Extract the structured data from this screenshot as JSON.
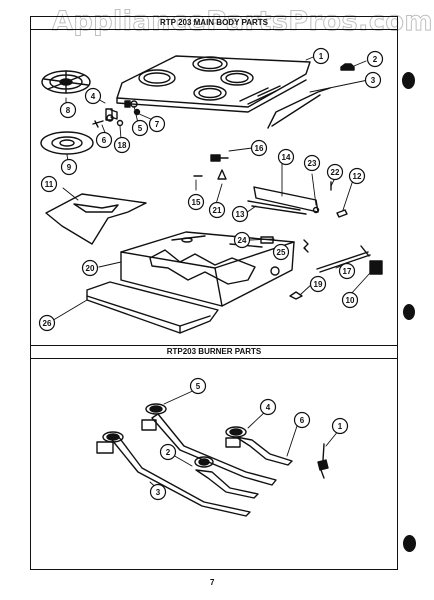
{
  "watermark": "AppliancePartsPros.com",
  "sections": [
    {
      "title": "RTP 203 MAIN BODY PARTS",
      "callouts": [
        "1",
        "2",
        "3",
        "4",
        "5",
        "6",
        "7",
        "8",
        "9",
        "10",
        "11",
        "12",
        "13",
        "14",
        "15",
        "16",
        "17",
        "18",
        "19",
        "20",
        "21",
        "22",
        "23",
        "24",
        "25",
        "26"
      ]
    },
    {
      "title": "RTP203 BURNER PARTS",
      "callouts": [
        "1",
        "2",
        "3",
        "4",
        "5",
        "6"
      ]
    }
  ],
  "page_number": "7",
  "colors": {
    "ink": "#111111",
    "paper": "#ffffff",
    "watermark": "#b9b9b9"
  }
}
